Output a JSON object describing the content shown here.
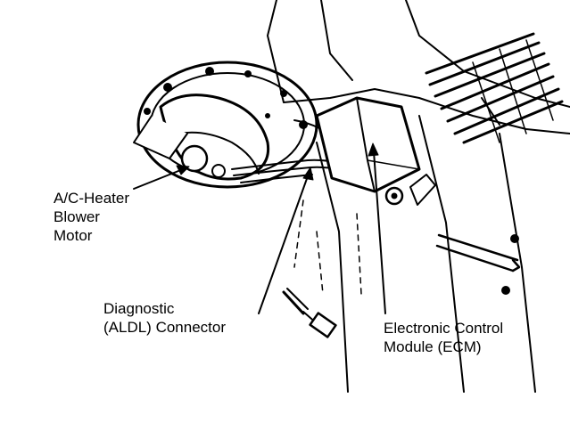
{
  "colors": {
    "ink": "#000000",
    "paper": "#ffffff"
  },
  "callouts": {
    "blower_motor": {
      "lines": [
        "A/C-Heater",
        "Blower",
        "Motor"
      ]
    },
    "aldl_connector": {
      "lines": [
        "Diagnostic",
        "(ALDL) Connector"
      ]
    },
    "ecm": {
      "lines": [
        "Electronic Control",
        "Module (ECM)"
      ]
    }
  }
}
